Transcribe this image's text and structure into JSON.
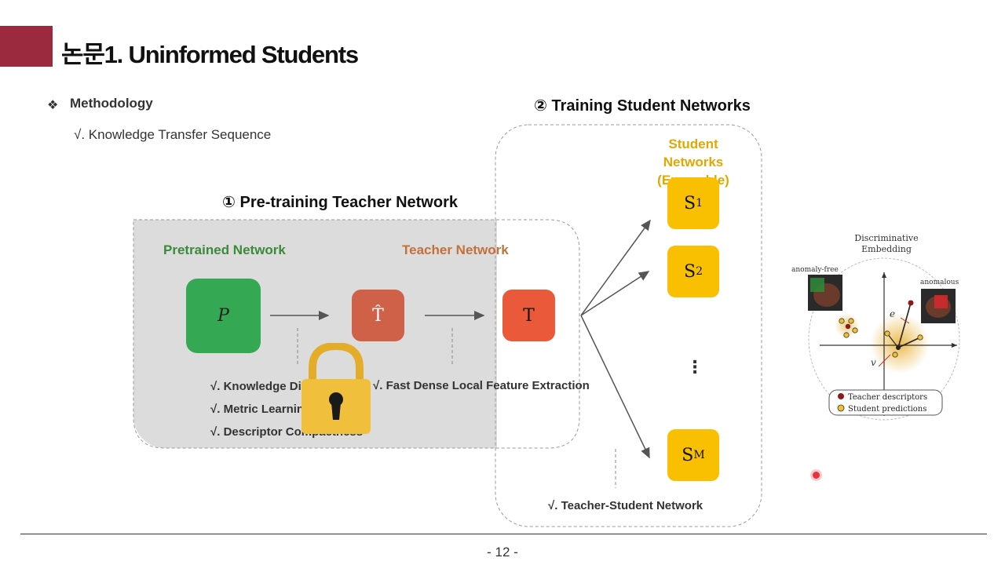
{
  "slide": {
    "title": "논문1. Uninformed Students",
    "bullet_symbol": "❖",
    "bullet_label": "Methodology",
    "sub_bullet": "√. Knowledge Transfer Sequence",
    "page_number": "- 12 -",
    "accent_color": "#9b2a3e"
  },
  "stage1": {
    "heading": "① Pre-training Teacher Network",
    "pretrained_label": "Pretrained Network",
    "teacher_label": "Teacher Network",
    "box_p": "P",
    "box_that": "T̂",
    "box_t": "T",
    "items_left": [
      "√. Knowledge Distillation",
      "√. Metric Learning",
      "√. Descriptor Compactness"
    ],
    "item_right": "√. Fast Dense Local Feature Extraction"
  },
  "stage2": {
    "heading": "② Training Student Networks",
    "student_label_line1": "Student Networks",
    "student_label_line2": "(Ensemble)",
    "students": [
      {
        "base": "S",
        "sub": "1"
      },
      {
        "base": "S",
        "sub": "2"
      },
      {
        "base": "S",
        "sub": "M"
      }
    ],
    "ellipsis": "⋮",
    "footer_note": "√. Teacher-Student Network"
  },
  "embedding": {
    "title_line1": "Discriminative",
    "title_line2": "Embedding",
    "label_free": "anomaly-free",
    "label_anomalous": "anomalous",
    "axis_e": "e",
    "axis_v": "v",
    "legend_teacher": "Teacher descriptors",
    "legend_student": "Student predictions"
  },
  "colors": {
    "pretrained_box": "#34a853",
    "teacher_hat_box": "#cf6149",
    "teacher_box": "#ea5a3a",
    "student_box": "#f8c000",
    "lock": "#f0bf3c"
  },
  "icons": [
    "lock-icon",
    "diamond-bullet-icon",
    "recording-indicator-icon"
  ]
}
